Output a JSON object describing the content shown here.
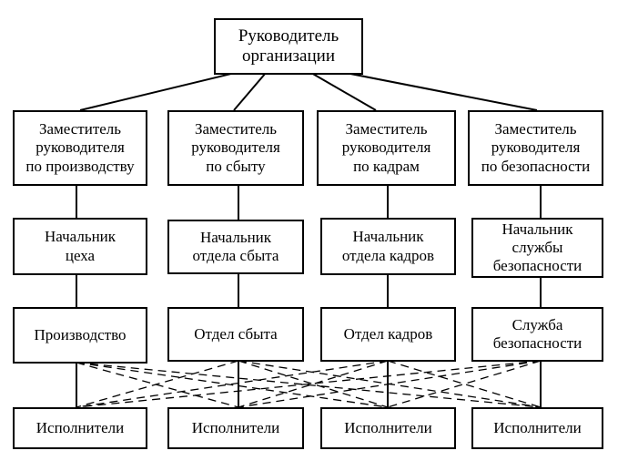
{
  "head": {
    "label": "Руководитель\nорганизации"
  },
  "columns": [
    {
      "deputy": "Заместитель\nруководителя\nпо производству",
      "chief": "Начальник\nцеха",
      "unit": "Производство",
      "executors": "Исполнители"
    },
    {
      "deputy": "Заместитель\nруководителя\nпо сбыту",
      "chief": "Начальник\nотдела сбыта",
      "unit": "Отдел сбыта",
      "executors": "Исполнители"
    },
    {
      "deputy": "Заместитель\nруководителя\nпо  кадрам",
      "chief": "Начальник\nотдела кадров",
      "unit": "Отдел кадров",
      "executors": "Исполнители"
    },
    {
      "deputy": "Заместитель\nруководителя\nпо безопасности",
      "chief": "Начальник\nслужбы\nбезопасности",
      "unit": "Служба\nбезопасности",
      "executors": "Исполнители"
    }
  ]
}
